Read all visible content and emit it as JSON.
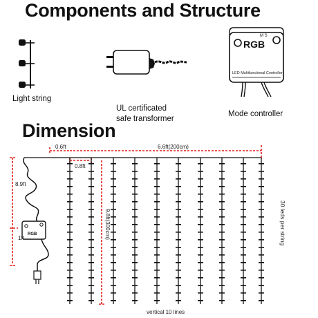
{
  "headings": {
    "components": "Components and Structure",
    "dimension": "Dimension"
  },
  "components": {
    "light_string": "Light string",
    "transformer_line1": "UL certificated",
    "transformer_line2": "safe transformer",
    "controller": "Mode controller",
    "controller_brand": "RGB",
    "controller_sublabel": "LED Multifunctional Controller",
    "controller_buttons_label": "M  S"
  },
  "dimensions": {
    "lead_length": "0.6ft",
    "total_width": "6.6ft(200cm)",
    "string_spacing": "0.8ft",
    "lead_cable": "8.9ft",
    "controller_drop": "1ft",
    "string_length": "9.8ft(300cm)",
    "leds_per_string": "30 leds per string",
    "vertical_count": "vertical 10 lines"
  },
  "colors": {
    "ink": "#111111",
    "dimension_red": "#e0201c"
  }
}
